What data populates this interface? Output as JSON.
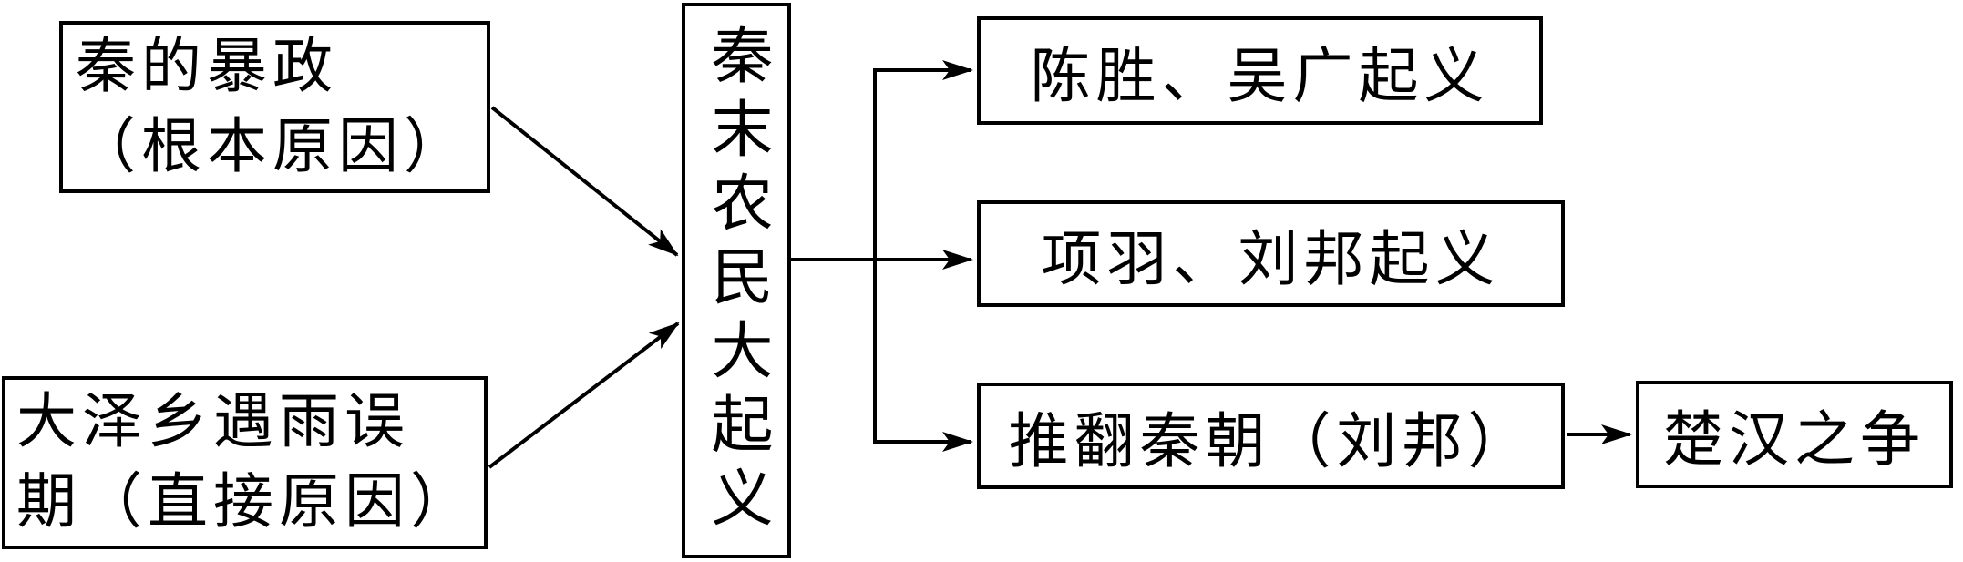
{
  "diagram": {
    "nodes": {
      "root_cause": {
        "lines": [
          "秦的暴政",
          "（根本原因）"
        ]
      },
      "direct_cause": {
        "lines": [
          "大泽乡遇雨误",
          "期（直接原因）"
        ]
      },
      "main_event": {
        "label": "秦末农民大起义"
      },
      "uprising_chensheng_wuguang": {
        "label": "陈胜、吴广起义"
      },
      "uprising_xiangyu_liubang": {
        "label": "项羽、刘邦起义"
      },
      "overthrow_qin": {
        "label": "推翻秦朝（刘邦）"
      },
      "chu_han_contention": {
        "label": "楚汉之争"
      }
    },
    "colors": {
      "line": "#000000",
      "border": "#000000",
      "text": "#000000",
      "background": "#ffffff"
    }
  }
}
